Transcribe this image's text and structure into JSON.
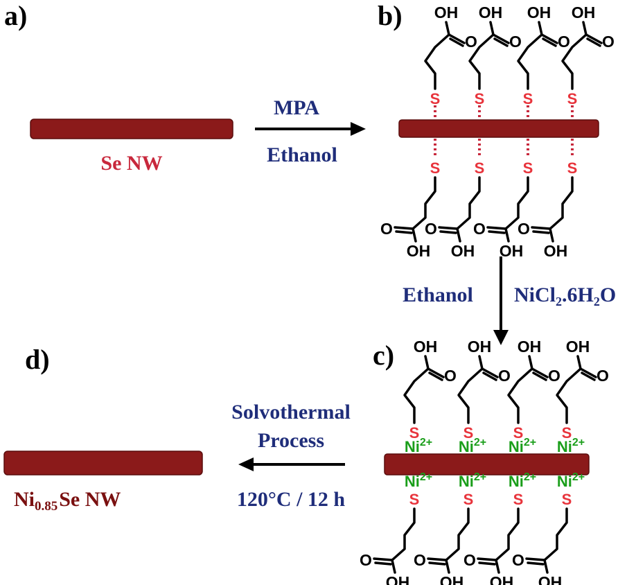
{
  "panels": {
    "a": "a)",
    "b": "b)",
    "c": "c)",
    "d": "d)"
  },
  "step1": {
    "reagent": "MPA",
    "solvent": "Ethanol"
  },
  "step2": {
    "solvent": "Ethanol",
    "reagent": "NiCl₂.6H₂O"
  },
  "step3": {
    "line1": "Solvothermal",
    "line2": "Process",
    "conditions": "120°C / 12 h"
  },
  "labels": {
    "start": "Se NW",
    "product_prefix": "Ni",
    "product_subscript": "0.85",
    "product_suffix": "Se NW"
  },
  "atoms": {
    "oh": "OH",
    "o": "O",
    "s": "S",
    "ni": "Ni",
    "ni_charge": "2+"
  },
  "colors": {
    "nanowire": "#8b1a1a",
    "sulfur": "#e8343c",
    "nickel": "#1a9e1a",
    "reaction_text": "#1f2d7a",
    "label_red": "#c8283c"
  }
}
